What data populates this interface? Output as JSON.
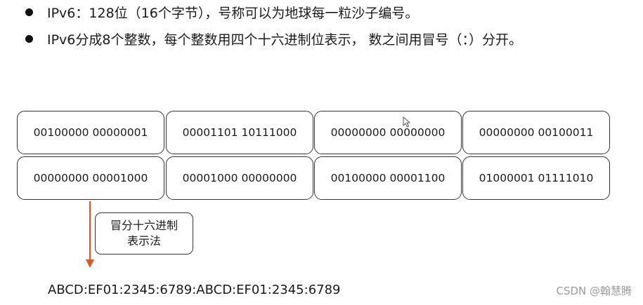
{
  "bullets": [
    "IPv6：128位（16个字节），号称可以为地球每一粒沙子编号。",
    "IPv6分成8个整数，每个整数用四个十六进制位表示， 数之间用冒号（：）分开。"
  ],
  "grid": {
    "rows": [
      [
        "00100000 00000001",
        "00001101 10111000",
        "00000000 00000000",
        "00000000 00100011"
      ],
      [
        "00000000 00001000",
        "00001000 00000000",
        "00100000 00001100",
        "01000001 01111010"
      ]
    ]
  },
  "arrow": {
    "color": "#e0541f"
  },
  "label_box": {
    "line1": "冒分十六进制",
    "line2": "表示法"
  },
  "result": "ABCD:EF01:2345:6789:ABCD:EF01:2345:6789",
  "watermark": "CSDN @翰慧腾",
  "icons": {
    "bullet": "filled-circle",
    "cursor": "mouse-pointer-icon"
  }
}
